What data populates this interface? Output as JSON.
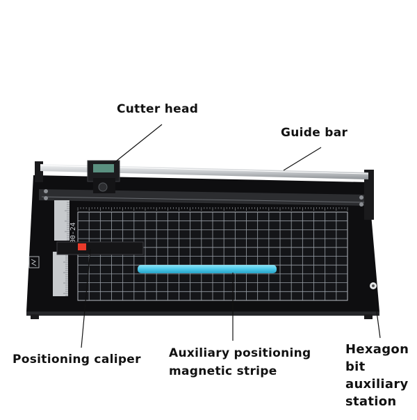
{
  "labels": {
    "cutter_head": "Cutter head",
    "guide_bar": "Guide bar",
    "positioning_caliper": "Positioning caliper",
    "stripe": [
      "Auxiliary positioning",
      "magnetic stripe"
    ],
    "hexagon": [
      "Hexagon",
      "bit",
      "auxiliary",
      "station"
    ]
  },
  "model_text": "800-24",
  "colors": {
    "board": "#0e0e10",
    "grid_line": "#9aa0a8",
    "magnetic_stripe": "#4cc8e8",
    "caliper_marker": "#e83a2a",
    "guide_rail": "#d8dadc",
    "cutter_display": "#5a9080",
    "label_text": "#111111"
  }
}
